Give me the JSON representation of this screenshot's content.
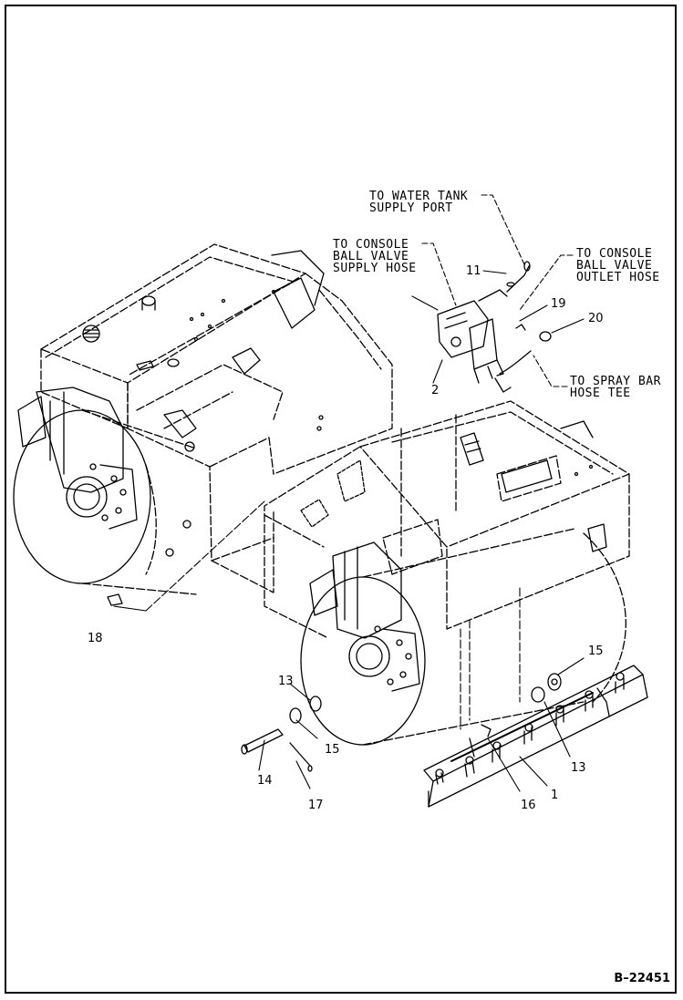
{
  "callouts": {
    "water_tank": "TO WATER TANK\nSUPPLY PORT",
    "console_supply": "TO CONSOLE\nBALL VALVE\nSUPPLY HOSE",
    "console_outlet": "TO CONSOLE\nBALL VALVE\nOUTLET HOSE",
    "spray_bar": "TO SPRAY BAR\nHOSE TEE"
  },
  "part_numbers": {
    "p1": "1",
    "p2": "2",
    "p11": "11",
    "p13a": "13",
    "p13b": "13",
    "p14": "14",
    "p15a": "15",
    "p15b": "15",
    "p16": "16",
    "p17": "17",
    "p18": "18",
    "p19": "19",
    "p20": "20"
  },
  "drawing_id": "B–22451"
}
